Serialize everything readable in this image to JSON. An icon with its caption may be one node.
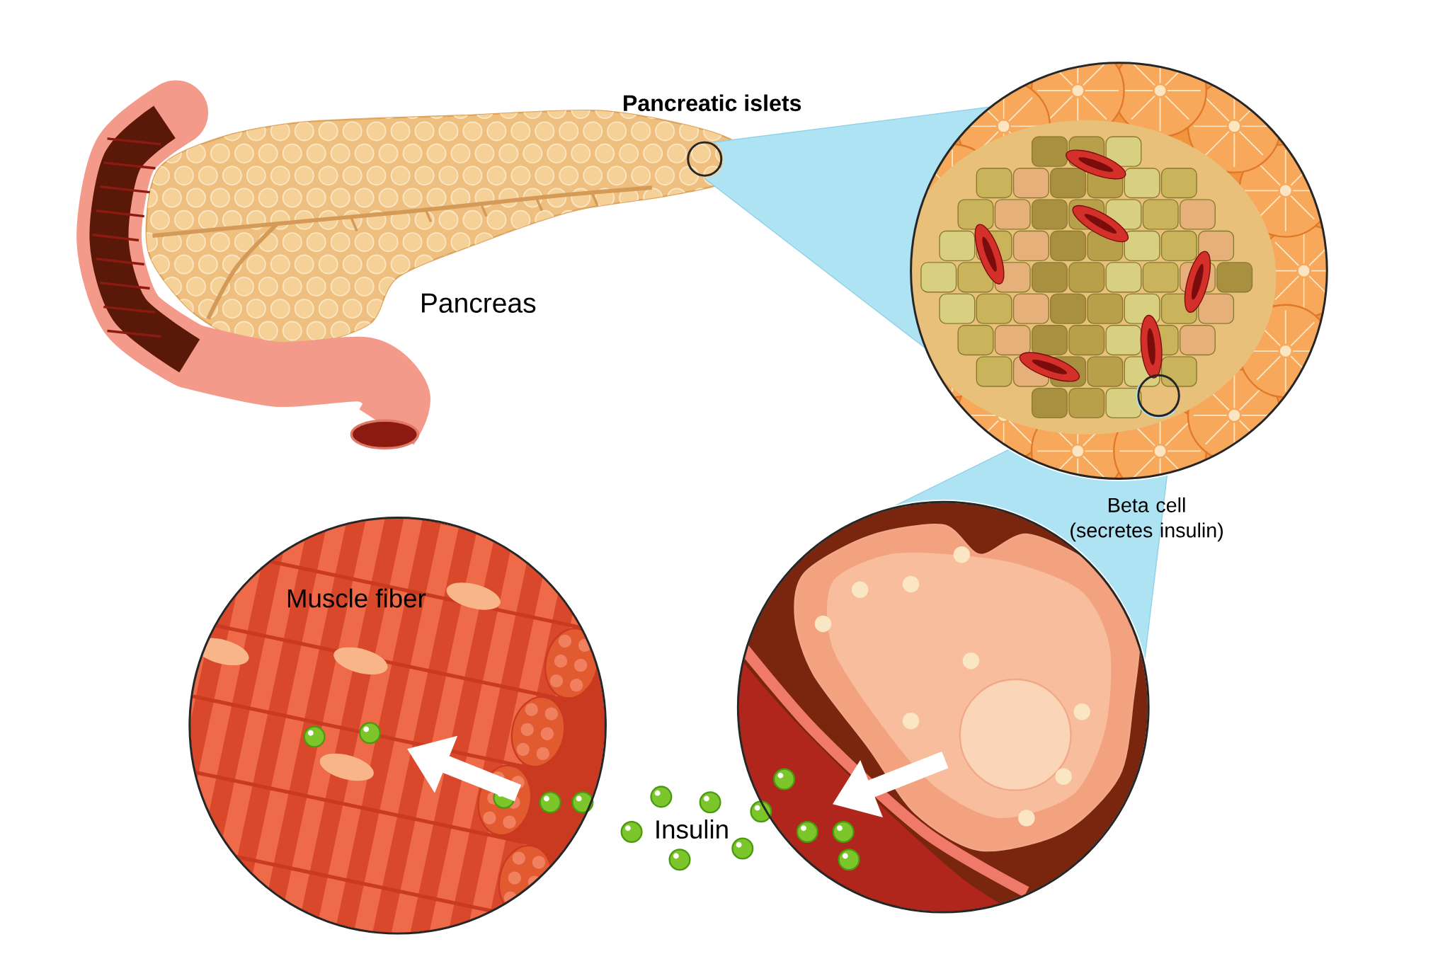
{
  "diagram": {
    "nodes": [
      {
        "text": [
          "Pancreatic islets"
        ]
      },
      {
        "text": [],
        "shape": "circle"
      },
      {
        "text": [],
        "shape": "circle",
        "in": 1
      },
      {
        "text": [
          "Muscle fiber"
        ]
      },
      {
        "text": [],
        "shape": "circle",
        "beside": [
          "Beta cell (secretes insulin)"
        ]
      }
    ],
    "labels": [
      "Pancreas",
      "Insulin"
    ]
  }
}
